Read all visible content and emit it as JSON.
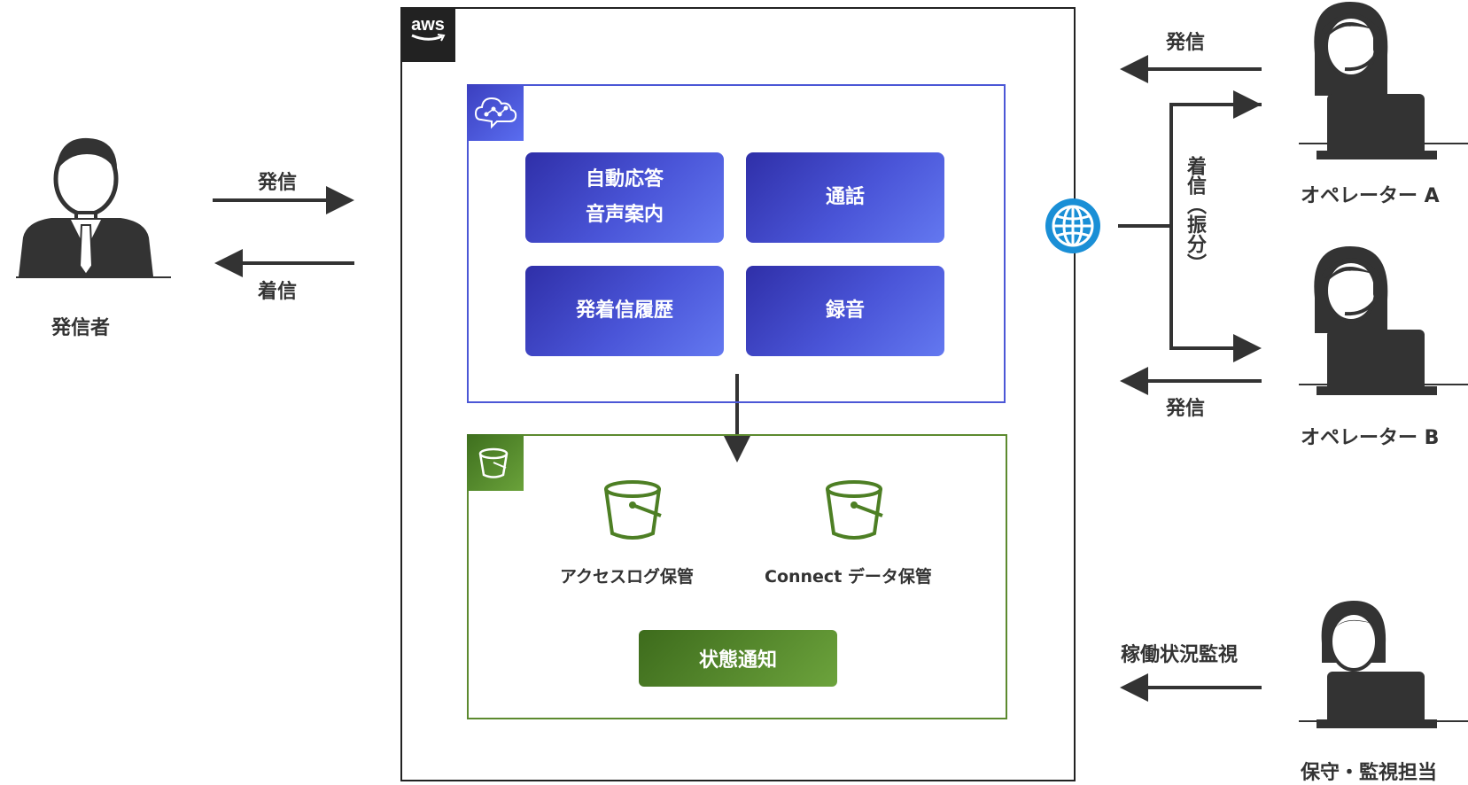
{
  "aws": {
    "logo": "aws"
  },
  "caller": {
    "name": "発信者"
  },
  "caller_arrows": {
    "outgoing": "発信",
    "incoming": "着信"
  },
  "connect": {
    "services": [
      {
        "label": "自動応答\n音声案内"
      },
      {
        "label": "通話"
      },
      {
        "label": "発着信履歴"
      },
      {
        "label": "録音"
      }
    ]
  },
  "storage": {
    "buckets": [
      {
        "label": "アクセスログ保管"
      },
      {
        "label": "Connect データ保管"
      }
    ],
    "notify_label": "状態通知"
  },
  "routing": {
    "outgoing_top": "発信",
    "incoming_distribution": "着信（振分）",
    "outgoing_bottom": "発信",
    "monitoring": "稼働状況監視"
  },
  "operators": [
    {
      "name": "オペレーター A"
    },
    {
      "name": "オペレーター B"
    }
  ],
  "maintenance": {
    "name": "保守・監視担当"
  },
  "colors": {
    "connect_accent": "#4b57d6",
    "storage_accent": "#5c8a2f",
    "globe": "#1a8fd6",
    "figure": "#333333"
  },
  "icons": [
    "person-icon",
    "operator-headset-icon",
    "laptop-icon",
    "cloud-connect-icon",
    "bucket-icon",
    "globe-icon",
    "aws-logo"
  ]
}
